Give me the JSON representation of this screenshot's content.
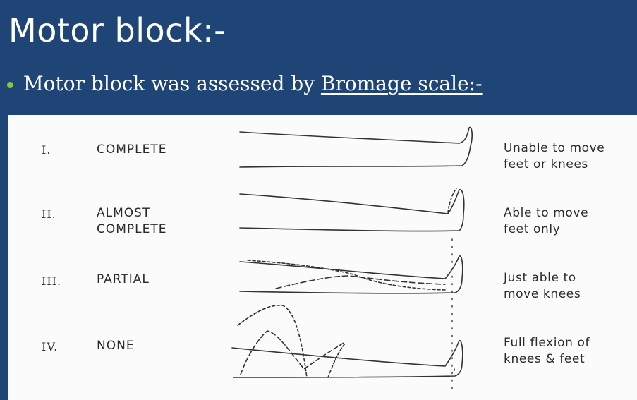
{
  "slide": {
    "title": "Motor block:-",
    "bullet": {
      "text_prefix": "Motor block was assessed by ",
      "text_link": "Bromage scale:-"
    },
    "accent_colors": {
      "background": "#1f4577",
      "bullet": "#8cc63f",
      "text": "#ffffff"
    }
  },
  "bromage_scale": {
    "rows": [
      {
        "grade": "I.",
        "label": "COMPLETE",
        "description_line1": "Unable to move",
        "description_line2": "feet or knees"
      },
      {
        "grade": "II.",
        "label_line1": "ALMOST",
        "label_line2": "COMPLETE",
        "description_line1": "Able to move",
        "description_line2": "feet only"
      },
      {
        "grade": "III.",
        "label": "PARTIAL",
        "description_line1": "Just able to",
        "description_line2": "move knees"
      },
      {
        "grade": "IV.",
        "label": "NONE",
        "description_line1": "Full flexion of",
        "description_line2": "knees & feet"
      }
    ],
    "illustration_icons": [
      "leg-diagram-complete-icon",
      "leg-diagram-almost-complete-icon",
      "leg-diagram-partial-icon",
      "leg-diagram-none-icon"
    ]
  }
}
